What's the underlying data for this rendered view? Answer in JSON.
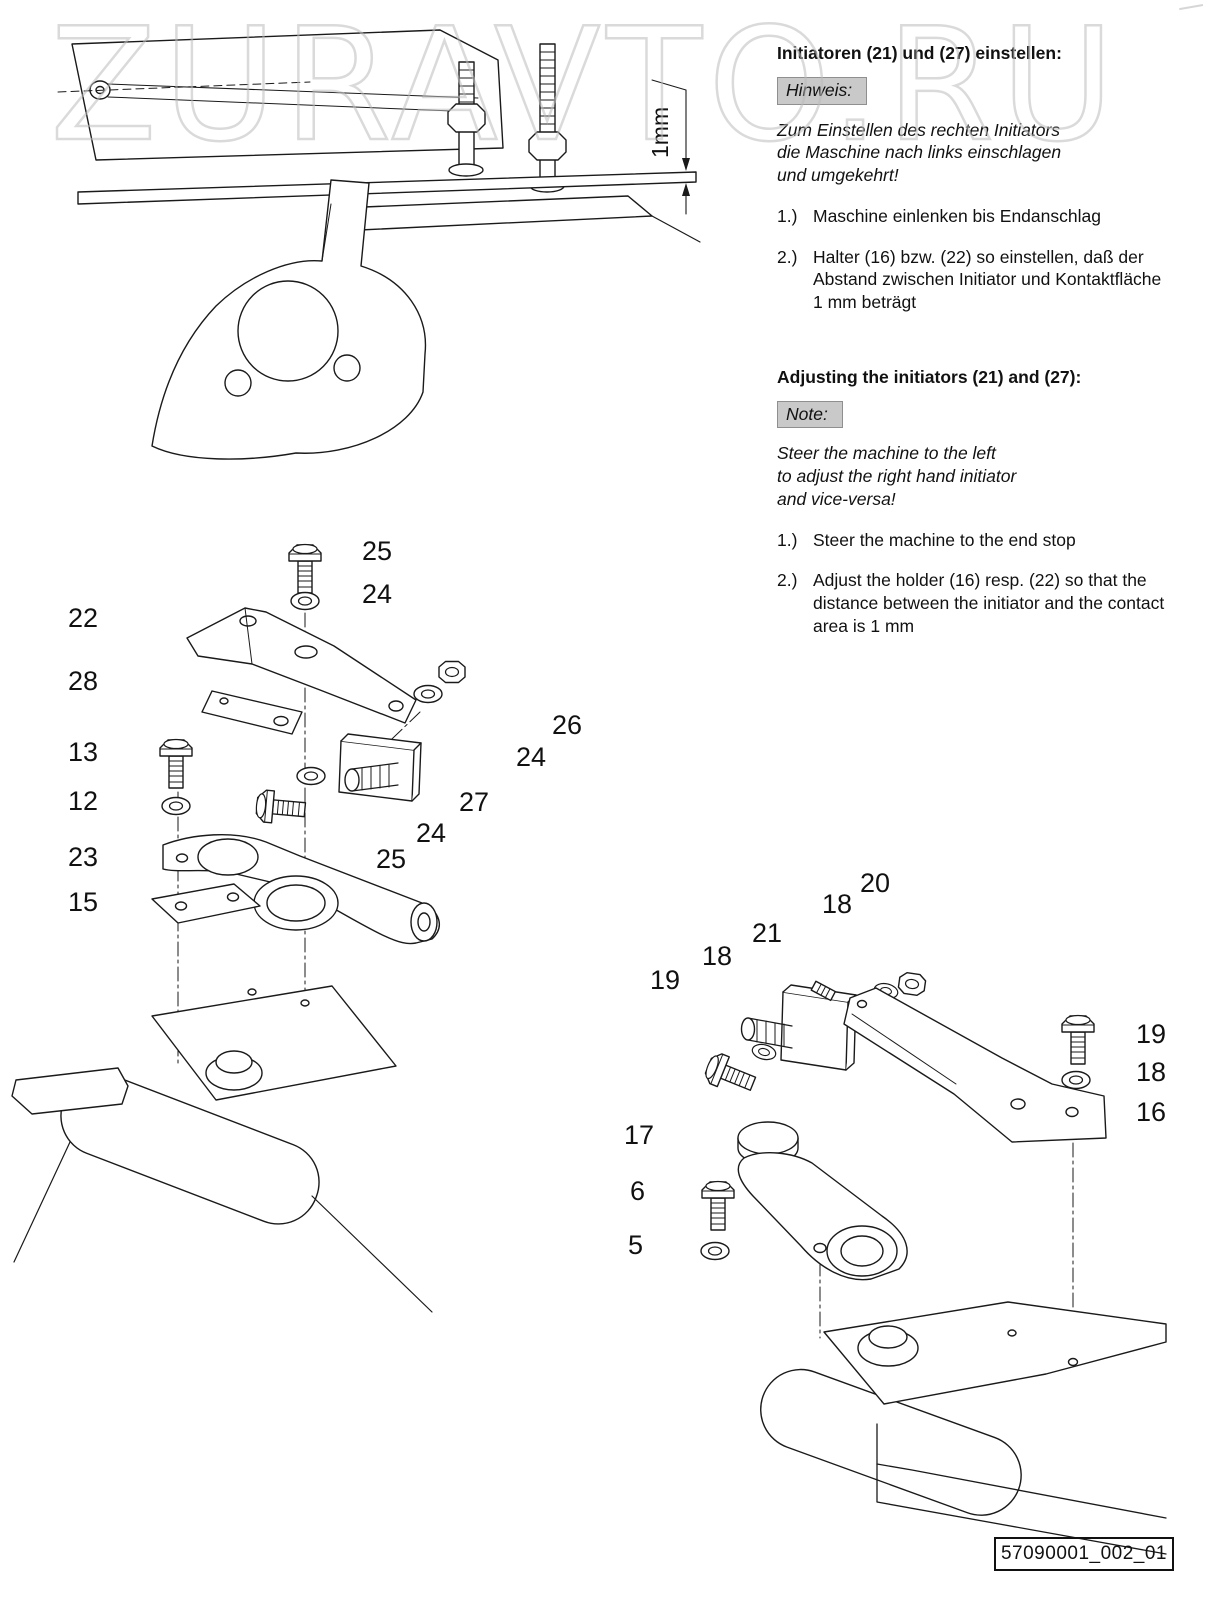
{
  "watermark": "ZURAVTO.RU",
  "doc_code": "57090001_002_01",
  "top_drawing": {
    "dimension_label": "1mm"
  },
  "instructions_de": {
    "title": "Initiatoren (21) und (27) einstellen:",
    "note_label": "Hinweis:",
    "note_text": "Zum Einstellen des rechten Initiators\ndie Maschine nach links einschlagen\nund umgekehrt!",
    "steps": [
      {
        "num": "1.)",
        "text": "Maschine einlenken bis Endanschlag"
      },
      {
        "num": "2.)",
        "text": "Halter (16) bzw. (22) so einstellen, daß der Abstand zwischen Initiator und Kontaktfläche 1 mm beträgt"
      }
    ]
  },
  "instructions_en": {
    "title": "Adjusting the initiators (21) and (27):",
    "note_label": "Note:",
    "note_text": "Steer the machine to the left\nto adjust the right hand initiator\nand vice-versa!",
    "steps": [
      {
        "num": "1.)",
        "text": "Steer the machine to the end stop"
      },
      {
        "num": "2.)",
        "text": "Adjust the holder (16) resp. (22) so that the distance between the initiator and the contact area is 1 mm"
      }
    ]
  },
  "left_diagram": {
    "callouts": [
      "25",
      "24",
      "22",
      "28",
      "26",
      "24",
      "27",
      "24",
      "25",
      "13",
      "12",
      "23",
      "15"
    ]
  },
  "right_diagram": {
    "callouts": [
      "21",
      "18",
      "20",
      "19",
      "18",
      "19",
      "18",
      "16",
      "17",
      "6",
      "5"
    ]
  }
}
